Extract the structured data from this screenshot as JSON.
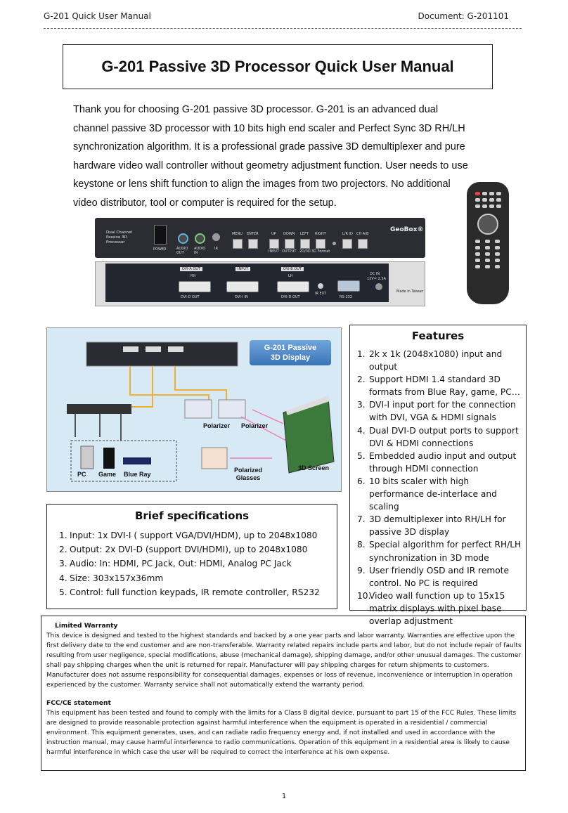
{
  "header": {
    "left": "G-201 Quick User Manual",
    "right": "Document: G-201101"
  },
  "title": "G-201 Passive 3D Processor Quick User Manual",
  "intro_lines": [
    "Thank you for choosing G-201 passive 3D processor. G-201 is an advanced dual",
    "channel passive 3D processor with 10 bits high end scaler and Perfect Sync 3D RH/LH",
    "synchronization algorithm. It is a professional grade passive 3D demultiplexer and pure",
    "hardware video wall controller without geometry adjustment function. User needs to use",
    "keystone or lens shift function to align the images from two projectors. No additional",
    "video distributor, tool or computer is required for the setup."
  ],
  "device": {
    "front_name": [
      "Dual Channel",
      "Passive 3D",
      "Processor"
    ],
    "brand": "GeoBox®",
    "front_labels": {
      "power": "POWER",
      "audio_out": "AUDIO OUT",
      "audio_in": "AUDIO IN",
      "ir": "IR",
      "menu": "MENU",
      "enter": "ENTER",
      "up": "UP",
      "down": "DOWN",
      "left": "LEFT",
      "right": "RIGHT",
      "input": "INPUT",
      "output": "OUTPUT",
      "twod3d": "2D/3D",
      "format": "3D Format",
      "lrid": "L/R ID",
      "chab": "CH A/B"
    },
    "back_labels": {
      "dvi_out_a": "DVI-A OUT",
      "input": "INPUT",
      "dvi_b_out": "DVI-B OUT",
      "rh": "RH",
      "lh": "LH",
      "dvi_d_out_1": "DVI-D OUT",
      "dvi_i_in": "DVI-I IN",
      "dvi_d_out_2": "DVI-D OUT",
      "ir_ext": "IR EXT",
      "rs232": "RS-232",
      "dc_in": "DC IN",
      "dc_spec": "12V= 2.5A",
      "made": "Made in Taiwan"
    }
  },
  "diagram": {
    "title_lines": [
      "G-201 Passive",
      "3D Display"
    ],
    "labels": {
      "polarizer_1": "Polarizer",
      "polarizer_2": "Polarizer",
      "pc": "PC",
      "game": "Game",
      "blu_ray": "Blue Ray",
      "glasses": [
        "Polarized",
        "Glasses"
      ],
      "screen": "3D Screen"
    }
  },
  "features": {
    "title": "Features",
    "items": [
      [
        "1.",
        "2k x 1k (2048x1080) input and output"
      ],
      [
        "2.",
        "Support HDMI 1.4 standard 3D formats from Blue Ray, game, PC…"
      ],
      [
        "3.",
        "DVI-I input port for the connection with DVI, VGA & HDMI signals"
      ],
      [
        "4.",
        "Dual DVI-D output ports to support DVI & HDMI connections"
      ],
      [
        "5.",
        "Embedded audio input and output through HDMI connection"
      ],
      [
        "6.",
        "10 bits scaler with high performance de-interlace and scaling"
      ],
      [
        "7.",
        "3D demultiplexer into RH/LH for passive 3D display"
      ],
      [
        "8.",
        "Special algorithm for perfect RH/LH synchronization in 3D mode"
      ],
      [
        "9.",
        "User friendly OSD and IR remote control. No PC is required"
      ],
      [
        "10.",
        "Video wall function up to 15x15 matrix displays with pixel base overlap adjustment"
      ]
    ]
  },
  "specs": {
    "title": "Brief specifications",
    "items": [
      [
        "1.",
        "Input: 1x DVI-I ( support VGA/DVI/HDM), up to 2048x1080"
      ],
      [
        "2.",
        "Output: 2x DVI-D (support DVI/HDMI), up to 2048x1080"
      ],
      [
        "3.",
        "Audio: In: HDMI, PC Jack, Out: HDMI, Analog PC Jack"
      ],
      [
        "4.",
        "Size: 303x157x36mm"
      ],
      [
        "5.",
        "Control: full function keypads, IR remote controller, RS232"
      ]
    ]
  },
  "warranty": {
    "title": "Limited Warranty",
    "text1": "This device is designed and tested to the highest standards and backed by a one year parts and labor warranty. Warranties are effective upon the first delivery date to the end customer and are non-transferable. Warranty related repairs include parts and labor, but do not include repair of faults resulting from user negligence, special modifications, abuse (mechanical damage), shipping damage, and/or other unusual damages. The customer shall pay shipping charges when the unit is returned for repair. Manufacturer will pay shipping charges for return shipments to customers.",
    "text2": "Manufacturer does not assume responsibility for consequential damages, expenses or loss of revenue, inconvenience or interruption in operation experienced by the customer. Warranty service shall not automatically extend the warranty period.",
    "fcc_title": "FCC/CE statement",
    "fcc_text": "This equipment has been tested and found to comply with the limits for a Class B digital device, pursuant to part 15 of the FCC Rules. These limits are designed to provide reasonable protection against harmful interference when the equipment is operated in a residential / commercial environment. This equipment generates, uses, and can radiate radio frequency energy and, if not installed and used in accordance with the instruction manual, may cause harmful interference to radio communications. Operation of this equipment in a residential area is likely to cause harmful interference in which case the user will be required to correct the interference at his own expense."
  },
  "page_number": "1"
}
